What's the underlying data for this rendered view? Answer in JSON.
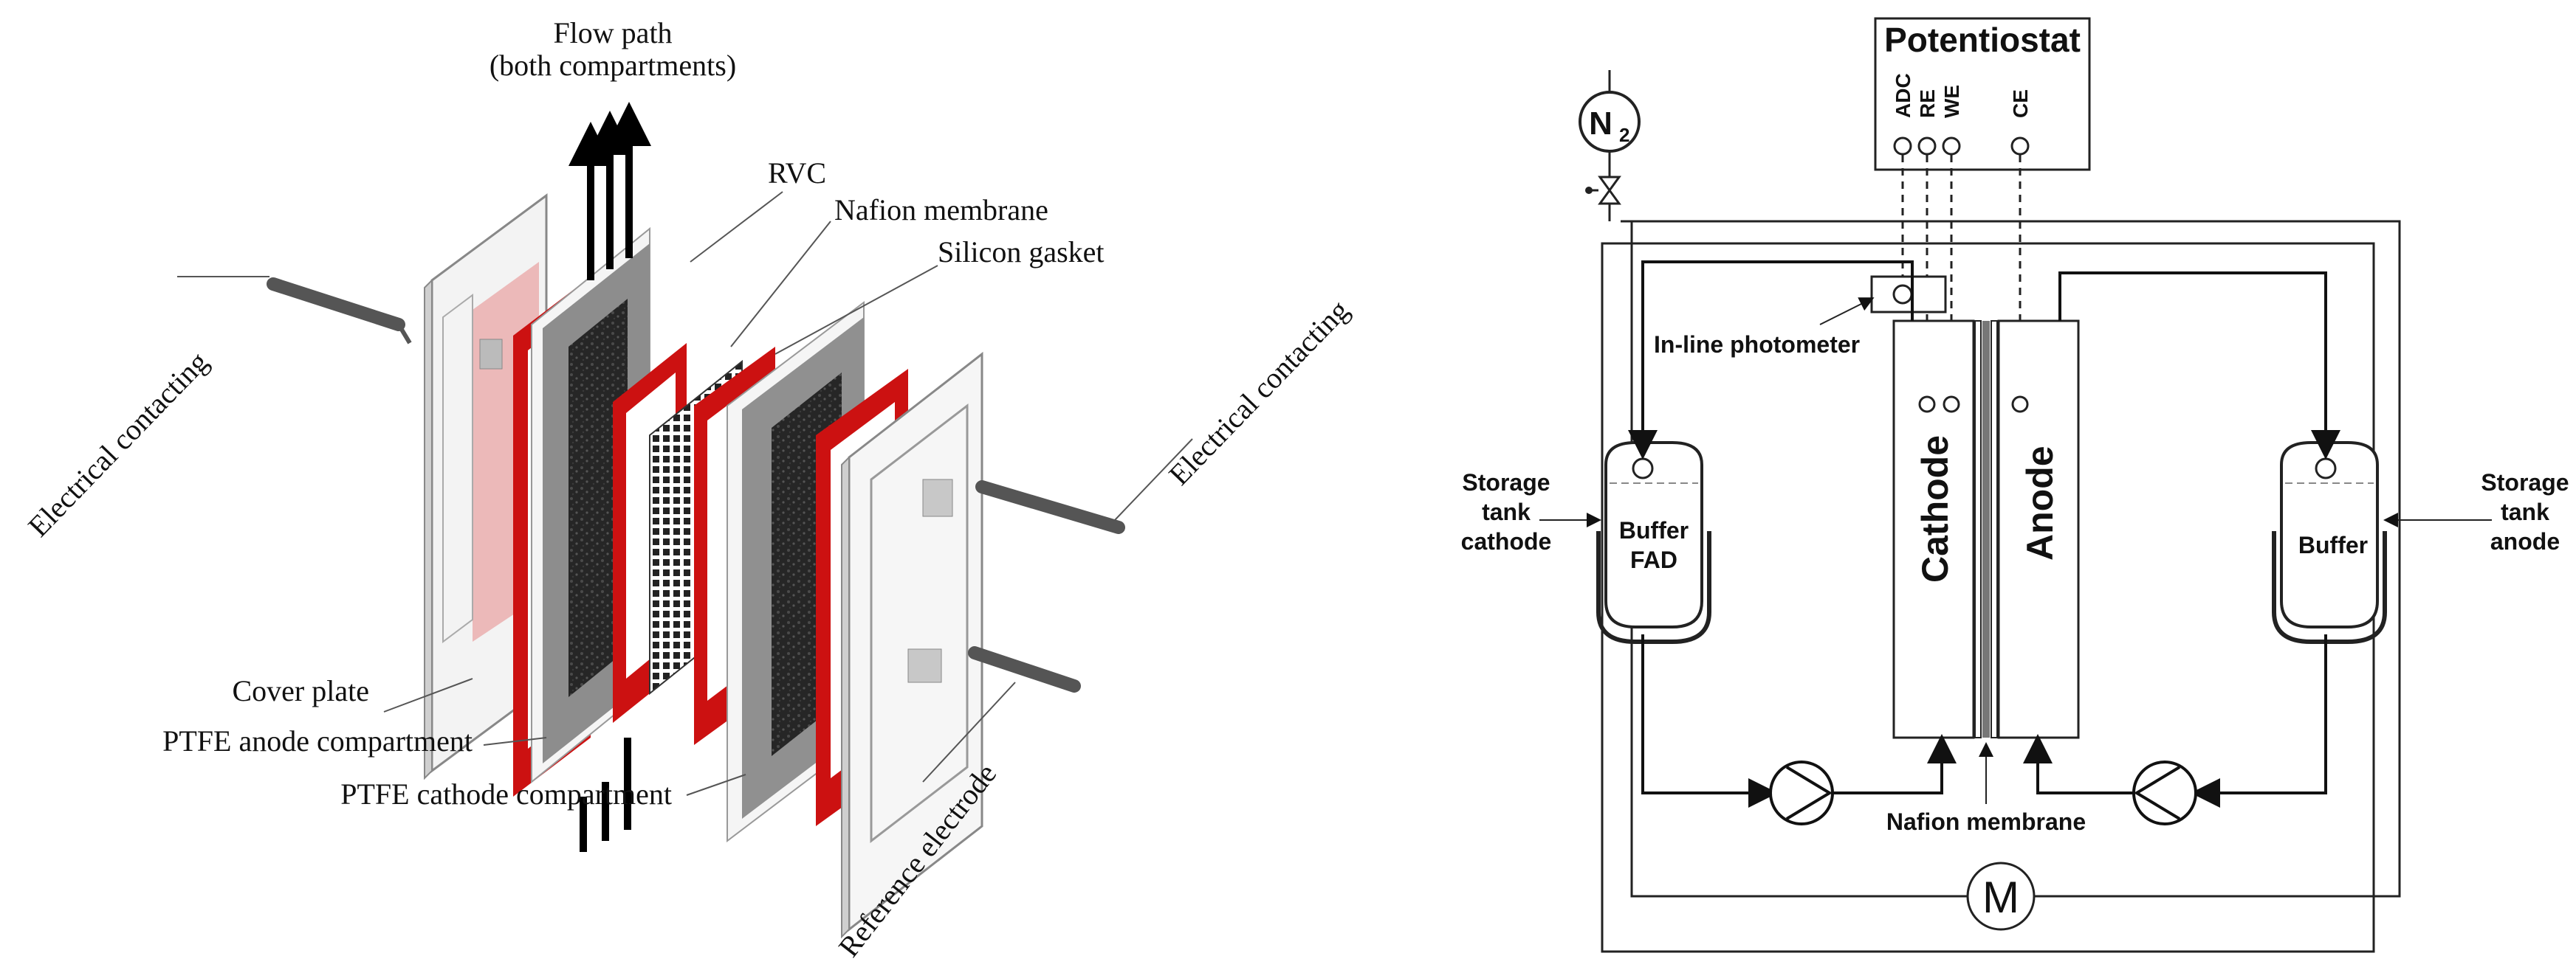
{
  "left_panel": {
    "labels": {
      "flow_path_line1": "Flow path",
      "flow_path_line2": "(both compartments)",
      "rvc": "RVC",
      "nafion_membrane": "Nafion membrane",
      "silicon_gasket": "Silicon gasket",
      "electrical_contacting_left": "Electrical contacting",
      "electrical_contacting_right": "Electrical contacting",
      "cover_plate": "Cover plate",
      "ptfe_anode": "PTFE anode compartment",
      "ptfe_cathode": "PTFE cathode compartment",
      "reference_electrode": "Reference electrode"
    },
    "colors": {
      "gasket": "#cc1111",
      "plate_grey": "#9a9a9a",
      "rvc_dark": "#2a2a2a"
    }
  },
  "right_panel": {
    "potentiostat": {
      "title": "Potentiostat",
      "ports": [
        "ADC",
        "RE",
        "WE",
        "CE"
      ]
    },
    "gas": {
      "symbol": "N",
      "subscript": "2"
    },
    "photometer": "In-line photometer",
    "cathode": "Cathode",
    "anode": "Anode",
    "membrane": "Nafion membrane",
    "tank_left": {
      "label_line1": "Storage",
      "label_line2": "tank",
      "label_line3": "cathode",
      "content_line1": "Buffer",
      "content_line2": "FAD"
    },
    "tank_right": {
      "label_line1": "Storage",
      "label_line2": "tank",
      "label_line3": "anode",
      "content_line1": "Buffer"
    },
    "motor": "M"
  }
}
